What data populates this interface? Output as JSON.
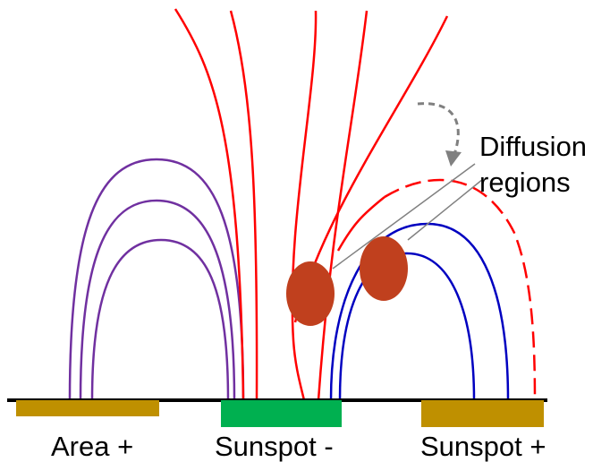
{
  "labels": {
    "area_plus": "Area +",
    "sunspot_minus": "Sunspot -",
    "sunspot_plus": "Sunspot +",
    "diffusion_line1": "Diffusion",
    "diffusion_line2": "regions"
  },
  "colors": {
    "ground_line": "#000000",
    "area_plus_patch": "#bf9000",
    "sunspot_minus_patch": "#00b050",
    "sunspot_plus_patch": "#bf9000",
    "purple_loops": "#7030a0",
    "red_field_lines": "#ff0000",
    "blue_loops": "#0000c0",
    "diffusion_blobs": "#c0401e",
    "pointer_lines": "#808080",
    "curved_arrow": "#808080"
  }
}
